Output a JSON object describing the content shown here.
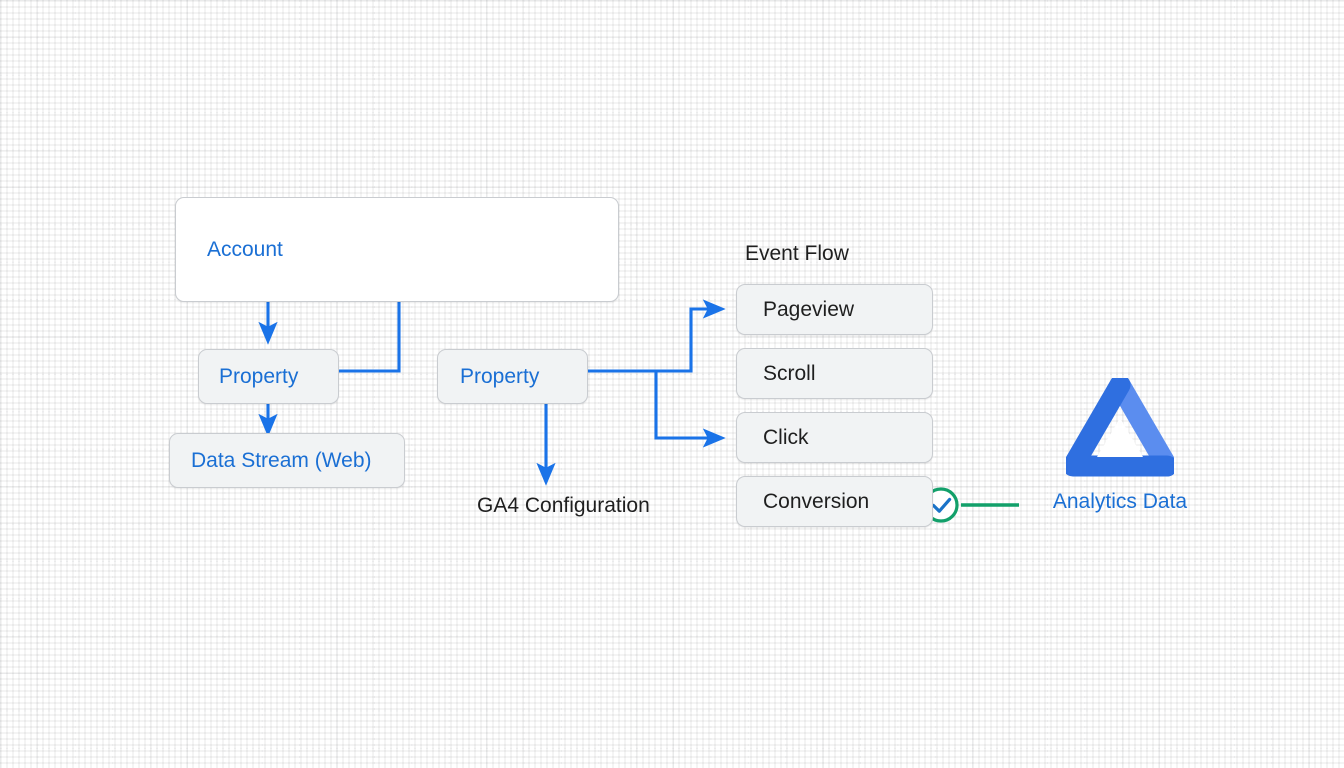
{
  "diagram": {
    "title_hidden": "",
    "colors": {
      "accent_blue": "#1a6fd4",
      "wire_blue": "#1a73e8",
      "success_green": "#12a06a",
      "check_mark_blue": "#1a73c8",
      "box_grey_fill": "#f1f3f4",
      "box_border": "#c9ccd0",
      "text_dark": "#1f1f1f",
      "logo_blue_dark": "#2f6fe0",
      "logo_blue_light": "#5b8def"
    },
    "hierarchy": {
      "account": {
        "label": "Account"
      },
      "property_left": {
        "label": "Property"
      },
      "data_stream": {
        "label": "Data Stream (Web)"
      },
      "property_right": {
        "label": "Property"
      },
      "ga4_config_label": "GA4 Configuration"
    },
    "event_flow": {
      "section_label": "Event Flow",
      "events": [
        {
          "label": "Pageview",
          "has_check": false
        },
        {
          "label": "Scroll",
          "has_check": false
        },
        {
          "label": "Click",
          "has_check": false
        },
        {
          "label": "Conversion",
          "has_check": true
        }
      ]
    },
    "output": {
      "logo_name": "analytics-triangle-logo",
      "caption": "Analytics Data"
    },
    "icons": {
      "check_circle": "check-circle-icon",
      "arrow_head": "arrow-head-icon"
    }
  }
}
